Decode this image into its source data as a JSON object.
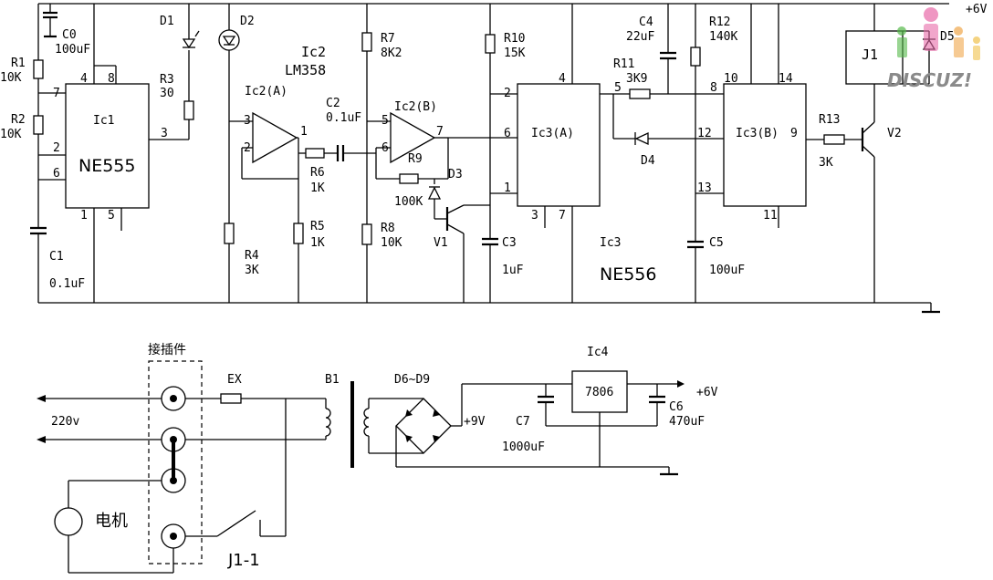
{
  "diagram": {
    "labels": {
      "r1": "R1",
      "r1v": "10K",
      "r2": "R2",
      "r2v": "10K",
      "c0": "C0",
      "c0v": "100uF",
      "c1": "C1",
      "c1v": "0.1uF",
      "d1": "D1",
      "d2": "D2",
      "r3": "R3",
      "r3v": "30",
      "ic1": "Ic1",
      "ne555": "NE555",
      "p4a": "4",
      "p8a": "8",
      "p7a": "7",
      "p2a": "2",
      "p6a": "6",
      "p3a": "3",
      "p1a": "1",
      "p5a": "5",
      "ic2": "Ic2",
      "lm358": "LM358",
      "ic2a": "Ic2(A)",
      "ic2b": "Ic2(B)",
      "p3b": "3",
      "p2b": "2",
      "p1b": "1",
      "p5b": "5",
      "p6b": "6",
      "p7b": "7",
      "r4": "R4",
      "r4v": "3K",
      "r5": "R5",
      "r5v": "1K",
      "r6": "R6",
      "r6v": "1K",
      "c2": "C2",
      "c2v": "0.1uF",
      "r7": "R7",
      "r7v": "8K2",
      "r8": "R8",
      "r8v": "10K",
      "r9": "R9",
      "r9v": "100K",
      "d3": "D3",
      "v1": "V1",
      "r10": "R10",
      "r10v": "15K",
      "c3": "C3",
      "c3v": "1uF",
      "ic3a": "Ic3(A)",
      "ic3b": "Ic3(B)",
      "ic3": "Ic3",
      "ne556": "NE556",
      "p4c": "4",
      "p2c": "2",
      "p6c": "6",
      "p1c": "1",
      "p3c": "3",
      "p7c": "7",
      "p5c": "5",
      "p8c": "8",
      "p12c": "12",
      "p13c": "13",
      "p10c": "10",
      "p14c": "14",
      "p9c": "9",
      "p11c": "11",
      "r11": "R11",
      "r11v": "3K9",
      "c4": "C4",
      "c4v": "22uF",
      "r12": "R12",
      "r12v": "140K",
      "d4": "D4",
      "c5": "C5",
      "c5v": "100uF",
      "r13": "R13",
      "r13v": "3K",
      "v2": "V2",
      "j1": "J1",
      "d5": "D5",
      "plus6v_top": "+6V",
      "connector": "接插件",
      "v220": "220v",
      "motor": "电机",
      "j1_1": "J1-1",
      "ex": "EX",
      "b1": "B1",
      "d6d9": "D6~D9",
      "plus9v": "+9V",
      "c7": "C7",
      "c7v": "1000uF",
      "ic4": "Ic4",
      "reg": "7806",
      "plus6v": "+6V",
      "c6": "C6",
      "c6v": "470uF"
    },
    "watermark": {
      "text": "DISCUZ!"
    }
  }
}
